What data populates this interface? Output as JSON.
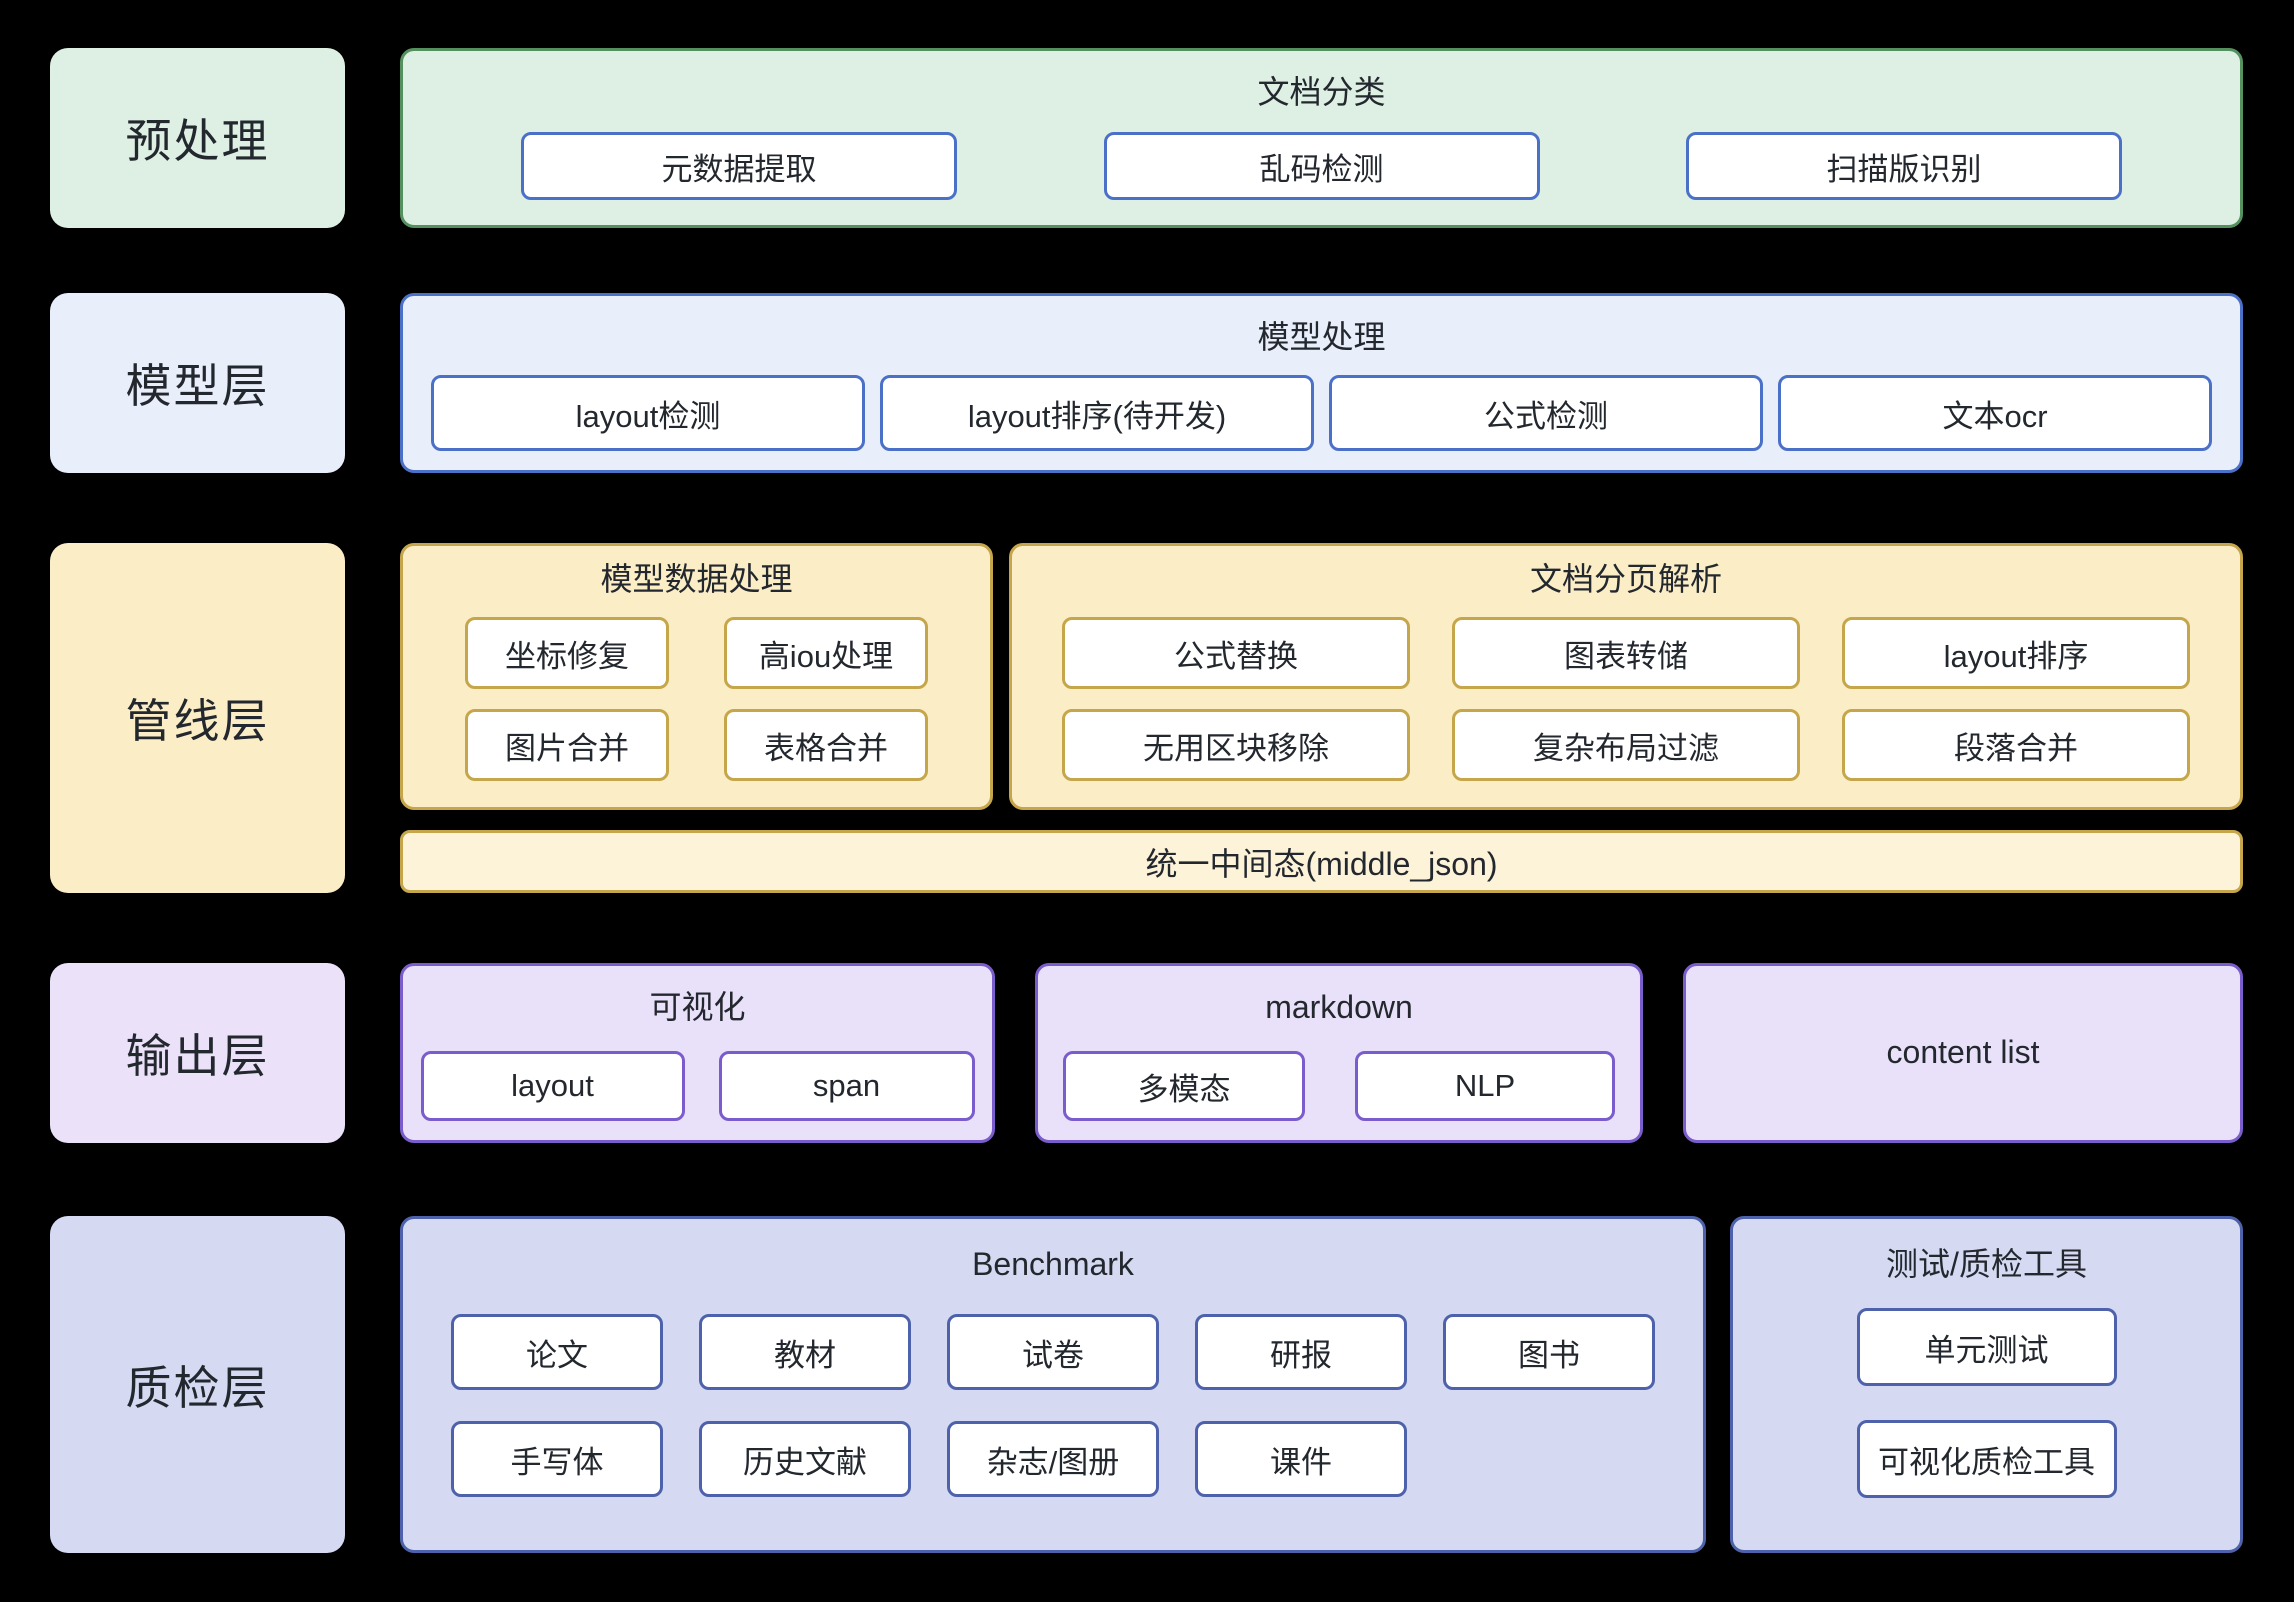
{
  "colors": {
    "background": "#000000",
    "text": "#23272e",
    "node_fill": "#ffffff",
    "green_fill": "#ddf0e3",
    "green_border": "#55915f",
    "blue_fill": "#e9eefb",
    "blue_border": "#4b70c8",
    "yellow_fill": "#fbeec7",
    "yellow_border": "#c6a64b",
    "yellow_bar_fill": "#fdf3d8",
    "purple_fill": "#e9e0f9",
    "purple_label_fill": "#ebe2fa",
    "purple_border": "#7a5ccc",
    "peri_fill": "#d5daf2",
    "peri_border": "#4d62aa"
  },
  "layers": {
    "preprocess": {
      "label": "预处理",
      "group": {
        "title": "文档分类",
        "boxes": [
          "元数据提取",
          "乱码检测",
          "扫描版识别"
        ]
      }
    },
    "model": {
      "label": "模型层",
      "group": {
        "title": "模型处理",
        "boxes": [
          "layout检测",
          "layout排序(待开发)",
          "公式检测",
          "文本ocr"
        ]
      }
    },
    "pipeline": {
      "label": "管线层",
      "model_data": {
        "title": "模型数据处理",
        "boxes": [
          "坐标修复",
          "高iou处理",
          "图片合并",
          "表格合并"
        ]
      },
      "page_parse": {
        "title": "文档分页解析",
        "boxes": [
          "公式替换",
          "图表转储",
          "layout排序",
          "无用区块移除",
          "复杂布局过滤",
          "段落合并"
        ]
      },
      "bar": "统一中间态(middle_json)"
    },
    "output": {
      "label": "输出层",
      "visualization": {
        "title": "可视化",
        "boxes": [
          "layout",
          "span"
        ]
      },
      "markdown": {
        "title": "markdown",
        "boxes": [
          "多模态",
          "NLP"
        ]
      },
      "content_list": {
        "title": "content list"
      }
    },
    "qa": {
      "label": "质检层",
      "benchmark": {
        "title": "Benchmark",
        "boxes": [
          "论文",
          "教材",
          "试卷",
          "研报",
          "图书",
          "手写体",
          "历史文献",
          "杂志/图册",
          "课件"
        ]
      },
      "tools": {
        "title": "测试/质检工具",
        "boxes": [
          "单元测试",
          "可视化质检工具"
        ]
      }
    }
  }
}
